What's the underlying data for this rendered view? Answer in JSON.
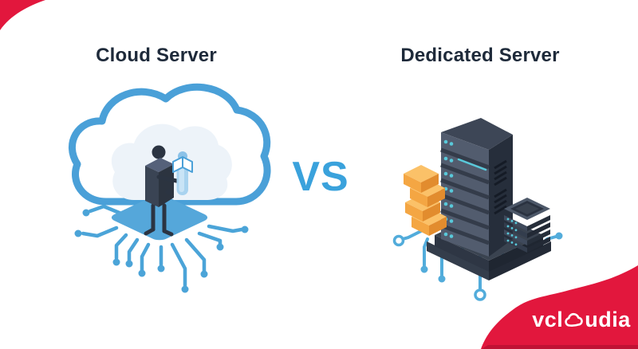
{
  "titles": {
    "left": "Cloud Server",
    "right": "Dedicated Server",
    "color": "#1e2a3a"
  },
  "versus": {
    "label": "VS",
    "color": "#3aa2dc"
  },
  "brand": {
    "logo_text": "vcloudia",
    "logo_prefix": "vcl",
    "logo_suffix": "udia",
    "accent_red": "#e2173d"
  },
  "icons": {
    "left_illustration": [
      "cloud-icon",
      "chip-icon",
      "admin-figure-icon",
      "user-figure-icon",
      "circuit-traces-icon"
    ],
    "right_illustration": [
      "server-tower-icon",
      "server-rack-icon",
      "storage-stack-icon",
      "circuit-traces-icon"
    ],
    "brand": [
      "corner-wave-icon",
      "bottom-wave-icon",
      "cloud-o-icon"
    ]
  },
  "colors": {
    "title_navy": "#1e2a3a",
    "versus_blue": "#3aa2dc",
    "cloud_outline_blue": "#4aa0d8",
    "inner_cloud": "#edf3f9",
    "chip_blue": "#55a7da",
    "trace_blue": "#4ba4d8",
    "trace_blue_right": "#52acdb",
    "figure_dark": "#2b3442",
    "figure_light_blue": "#a9d3ef",
    "server_front": "#525c6e",
    "server_side": "#262e3b",
    "server_top": "#3d4656",
    "led_cyan": "#59c9da",
    "storage_orange_top": "#fbc168",
    "storage_orange_face": "#f4a643",
    "storage_orange_dark": "#e28c2e",
    "brand_red": "#e2173d"
  }
}
